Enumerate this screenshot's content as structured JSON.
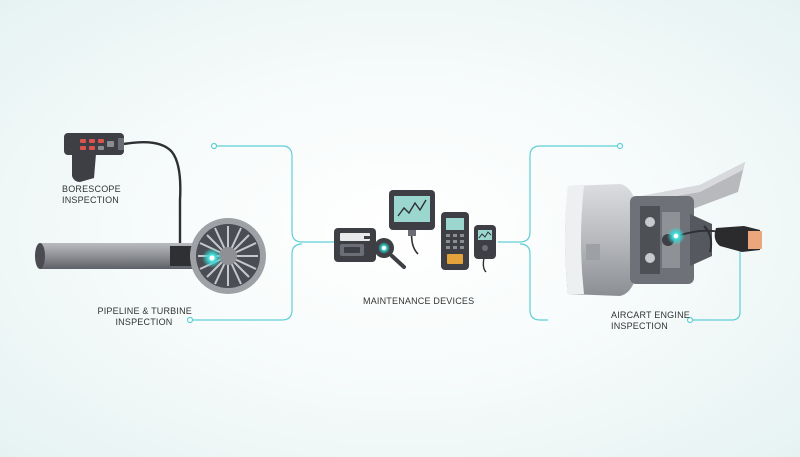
{
  "labels": {
    "borescope": [
      "BORESCOPE",
      "INSPECTION"
    ],
    "pipeline": [
      "PIPELINE & TURBINE",
      "INSPECTION"
    ],
    "maintenance": [
      "MAINTENANCE DEVICES"
    ],
    "engine": [
      "AIRCART ENGINE",
      "INSPECTION"
    ]
  },
  "colors": {
    "accent": "#5fcfd6",
    "glow": "#3ad7d3",
    "device_dark": "#3d3f45",
    "device_mid": "#6b6e74",
    "metal_light": "#c9cacd",
    "screen": "#4fb3a6",
    "button_red": "#d9534f",
    "glove": "#2b2b2d",
    "skin": "#e9a77b"
  },
  "icons": [
    "borescope-gun-icon",
    "pipeline-icon",
    "turbine-icon",
    "handheld-device-icon",
    "monitor-device-icon",
    "magnifier-icon",
    "aircraft-engine-icon",
    "gloved-hand-icon",
    "probe-glow-icon"
  ]
}
